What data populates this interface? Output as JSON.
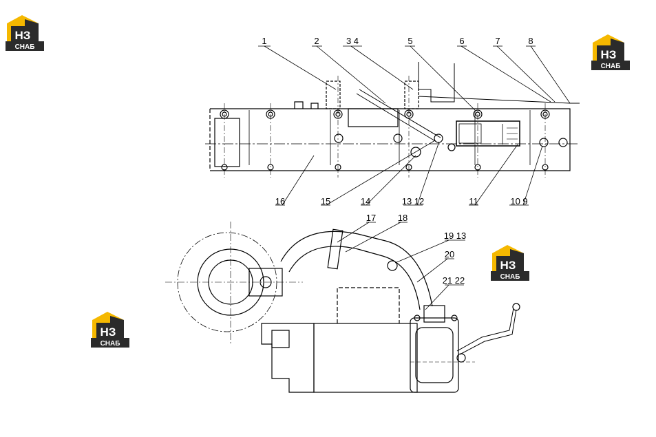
{
  "logo": {
    "letters": "НЗ",
    "subtitle": "СНАБ",
    "accent": "#f5b800",
    "dark": "#2b2b2b"
  },
  "callouts": {
    "c1": "1",
    "c2": "2",
    "c3_4": "3 4",
    "c5": "5",
    "c6": "6",
    "c7": "7",
    "c8": "8",
    "c9": "10 9",
    "c11": "11",
    "c12": "13 12",
    "c14": "14",
    "c15": "15",
    "c16": "16",
    "c17": "17",
    "c18": "18",
    "c19": "19 13",
    "c20": "20",
    "c21": "21 22"
  }
}
